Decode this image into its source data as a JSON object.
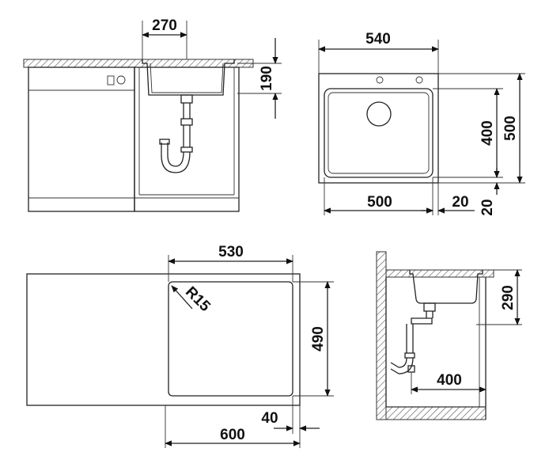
{
  "front_view": {
    "width_label": "270",
    "depth_label": "190"
  },
  "top_view": {
    "outer_width_label": "540",
    "bowl_height_label": "400",
    "outer_height_label": "500",
    "bowl_width_label": "500",
    "side_margin_label": "20",
    "bottom_margin_label": "20"
  },
  "cutout_view": {
    "bowl_width_label": "530",
    "radius_label": "R15",
    "height_label": "490",
    "cabinet_width_label": "600",
    "offset_label": "40"
  },
  "side_view": {
    "depth_label": "290",
    "drain_offset_label": "400"
  },
  "colors": {
    "line": "#222222",
    "countertop": "#8a8a8a",
    "fill": "#ffffff"
  }
}
